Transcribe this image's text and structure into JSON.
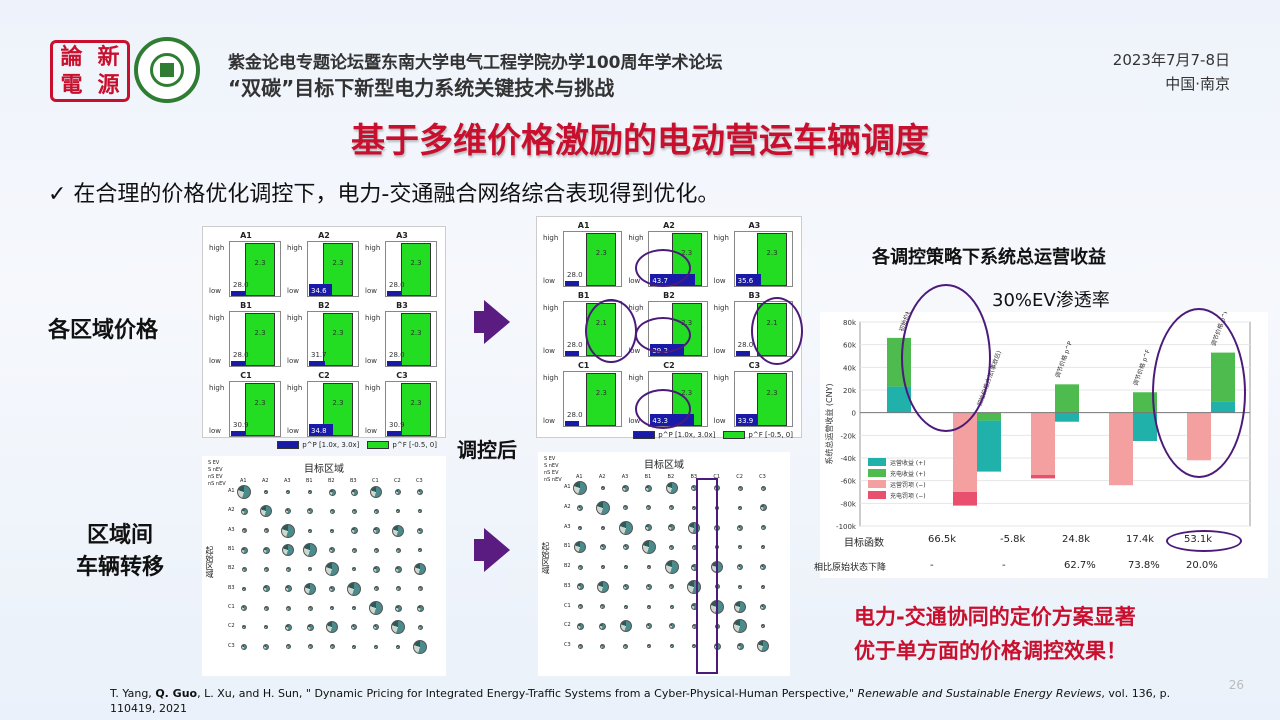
{
  "logos": {
    "left_text": [
      "論",
      "新",
      "電",
      "源"
    ]
  },
  "header": {
    "line1": "紫金论电专题论坛暨东南大学电气工程学院办学100周年学术论坛",
    "line2": "“双碳”目标下新型电力系统关键技术与挑战",
    "date": "2023年7月7-8日",
    "location": "中国·南京"
  },
  "title": "基于多维价格激励的电动营运车辆调度",
  "bullet": "✓  在合理的价格优化调控下，电力-交通融合网络综合表现得到优化。",
  "labels": {
    "region_price": "各区域价格",
    "transfer_line1": "区域间",
    "transfer_line2": "车辆转移",
    "after": "调控后"
  },
  "price_grid_before": {
    "cells": [
      {
        "name": "A1",
        "blue": "28.0",
        "green": "2.3"
      },
      {
        "name": "A2",
        "blue": "34.6",
        "green": "2.3"
      },
      {
        "name": "A3",
        "blue": "28.0",
        "green": "2.3"
      },
      {
        "name": "B1",
        "blue": "28.0",
        "green": "2.3"
      },
      {
        "name": "B2",
        "blue": "31.7",
        "green": "2.3"
      },
      {
        "name": "B3",
        "blue": "28.0",
        "green": "2.3"
      },
      {
        "name": "C1",
        "blue": "30.9",
        "green": "2.3"
      },
      {
        "name": "C2",
        "blue": "34.8",
        "green": "2.3"
      },
      {
        "name": "C3",
        "blue": "30.9",
        "green": "2.3"
      }
    ],
    "high": "high",
    "low": "low",
    "legend_blue": "p^P [1.0x, 3.0x]",
    "legend_green": "p^F [-0.5, 0]"
  },
  "price_grid_after": {
    "cells": [
      {
        "name": "A1",
        "blue": "28.0",
        "green": "2.3"
      },
      {
        "name": "A2",
        "blue": "43.7",
        "green": "2.3"
      },
      {
        "name": "A3",
        "blue": "35.6",
        "green": "2.3"
      },
      {
        "name": "B1",
        "blue": "28.0",
        "green": "2.1"
      },
      {
        "name": "B2",
        "blue": "39.2",
        "green": "2.3"
      },
      {
        "name": "B3",
        "blue": "28.0",
        "green": "2.1"
      },
      {
        "name": "C1",
        "blue": "28.0",
        "green": "2.3"
      },
      {
        "name": "C2",
        "blue": "43.3",
        "green": "2.3"
      },
      {
        "name": "C3",
        "blue": "33.9",
        "green": "2.3"
      }
    ],
    "high": "high",
    "low": "low",
    "legend_blue": "p^P [1.0x, 3.0x]",
    "legend_green": "p^F [-0.5, 0]"
  },
  "transfer": {
    "title": "目标区域",
    "ylabel": "起始区域",
    "cols": [
      "A1",
      "A2",
      "A3",
      "B1",
      "B2",
      "B3",
      "C1",
      "C2",
      "C3"
    ],
    "rows": [
      "A1",
      "A2",
      "A3",
      "B1",
      "B2",
      "B3",
      "C1",
      "C2",
      "C3"
    ],
    "legend": [
      "S EV",
      "S nEV",
      "nS EV",
      "nS nEV"
    ]
  },
  "chart_title": "各调控策略下系统总运营收益",
  "chart_subtitle": "30%EV渗透率",
  "chart_data": {
    "type": "bar",
    "ylabel": "系统总运营收益 (CNY)",
    "ylim": [
      -100000,
      80000
    ],
    "yticks": [
      "80k",
      "60k",
      "40k",
      "20k",
      "0",
      "-20k",
      "-40k",
      "-60k",
      "-80k",
      "-100k"
    ],
    "categories": [
      "初始价格方法(无事故)",
      "初始价格方法(事故后)",
      "调节价格 p^P",
      "调节价格 p^F",
      "调节价格 p^P 和 p^F"
    ],
    "series": [
      {
        "name": "运营收益 (+)",
        "values": [
          23000,
          0,
          0,
          0,
          10000
        ]
      },
      {
        "name": "充电收益 (+)",
        "values": [
          43000,
          0,
          25000,
          18000,
          43000
        ]
      },
      {
        "name": "运营罚项 (−)",
        "values": [
          0,
          -70000,
          -55000,
          -64000,
          -42000
        ]
      },
      {
        "name": "充电罚项 (−)",
        "values": [
          0,
          -12000,
          -3000,
          0,
          0
        ]
      }
    ],
    "teal_neg": [
      0,
      -45000,
      -8000,
      -25000,
      0
    ],
    "green_neg": [
      0,
      -7000,
      0,
      0,
      0
    ],
    "legend": [
      "运营收益 (+)",
      "充电收益 (+)",
      "运营罚项 (−)",
      "充电罚项 (−)"
    ],
    "colors": {
      "teal": "#20b2aa",
      "green": "#4dbb4d",
      "pink": "#f4a0a0",
      "red": "#e8506e"
    }
  },
  "table": {
    "row1_label": "目标函数",
    "row1": [
      "66.5k",
      "-5.8k",
      "24.8k",
      "17.4k",
      "53.1k"
    ],
    "row2_label": "相比原始状态下降",
    "row2": [
      "-",
      "-",
      "62.7%",
      "73.8%",
      "20.0%"
    ]
  },
  "conclusion": [
    "电力-交通协同的定价方案显著",
    "优于单方面的价格调控效果！"
  ],
  "reference": {
    "authors_a": "T. Yang, ",
    "author_bold": "Q. Guo",
    "authors_b": ", L. Xu, and H. Sun, \" Dynamic Pricing for Integrated Energy-Traffic Systems from a Cyber-Physical-Human Perspective,\" ",
    "journal": "Renewable and Sustainable Energy Reviews",
    "tail": ", vol. 136, p. 110419, 2021"
  },
  "page_number": "26"
}
